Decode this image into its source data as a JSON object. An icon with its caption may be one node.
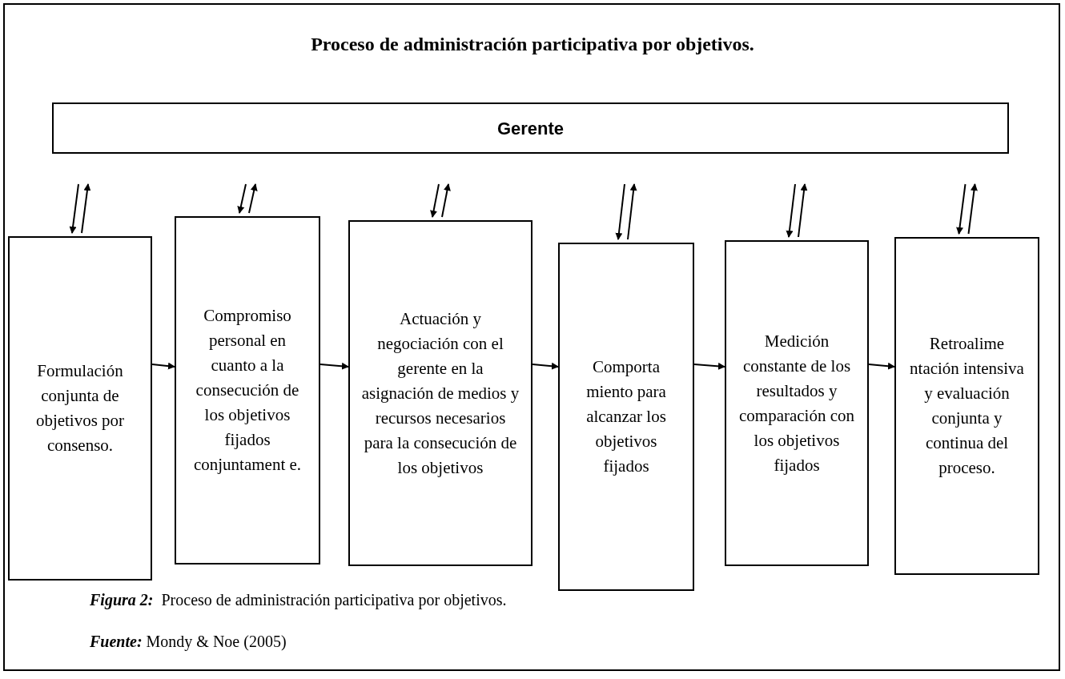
{
  "diagram": {
    "title": "Proceso de administración participativa por objetivos.",
    "nodes": [
      {
        "text": [
          "Gerente"
        ]
      },
      {
        "text": [
          "Formulación conjunta de objetivos por consenso."
        ]
      },
      {
        "text": [
          "Compromiso personal en cuanto a la consecución de los objetivos fijados conjuntament e."
        ]
      },
      {
        "text": [
          "Actuación  y negociación con el gerente en la asignación de medios y recursos necesarios  para la consecución de los objetivos"
        ]
      },
      {
        "text": [
          "Comporta miento para alcanzar los objetivos fijados"
        ]
      },
      {
        "text": [
          "Medición constante de los resultados y comparación con los objetivos fijados"
        ]
      },
      {
        "text": [
          "Retroalime ntación intensiva y evaluación conjunta y continua del proceso."
        ]
      }
    ],
    "edges": [
      {
        "from": 0,
        "to": 1,
        "arrow": "to"
      },
      {
        "from": 1,
        "to": 0,
        "arrow": "to"
      },
      {
        "from": 0,
        "to": 2,
        "arrow": "to"
      },
      {
        "from": 2,
        "to": 0,
        "arrow": "to"
      },
      {
        "from": 0,
        "to": 3,
        "arrow": "to"
      },
      {
        "from": 3,
        "to": 0,
        "arrow": "to"
      },
      {
        "from": 0,
        "to": 4,
        "arrow": "to"
      },
      {
        "from": 4,
        "to": 0,
        "arrow": "to"
      },
      {
        "from": 0,
        "to": 5,
        "arrow": "to"
      },
      {
        "from": 5,
        "to": 0,
        "arrow": "to"
      },
      {
        "from": 0,
        "to": 6,
        "arrow": "to"
      },
      {
        "from": 6,
        "to": 0,
        "arrow": "to"
      },
      {
        "from": 1,
        "to": 2,
        "arrow": "to"
      },
      {
        "from": 2,
        "to": 3,
        "arrow": "to"
      },
      {
        "from": 3,
        "to": 4,
        "arrow": "to"
      },
      {
        "from": 4,
        "to": 5,
        "arrow": "to"
      },
      {
        "from": 5,
        "to": 6,
        "arrow": "to"
      }
    ],
    "labels": [
      "**Figura 2:**  Proceso de administración participativa por objetivos.",
      "**Fuente:** Mondy & Noe (2005)"
    ]
  }
}
